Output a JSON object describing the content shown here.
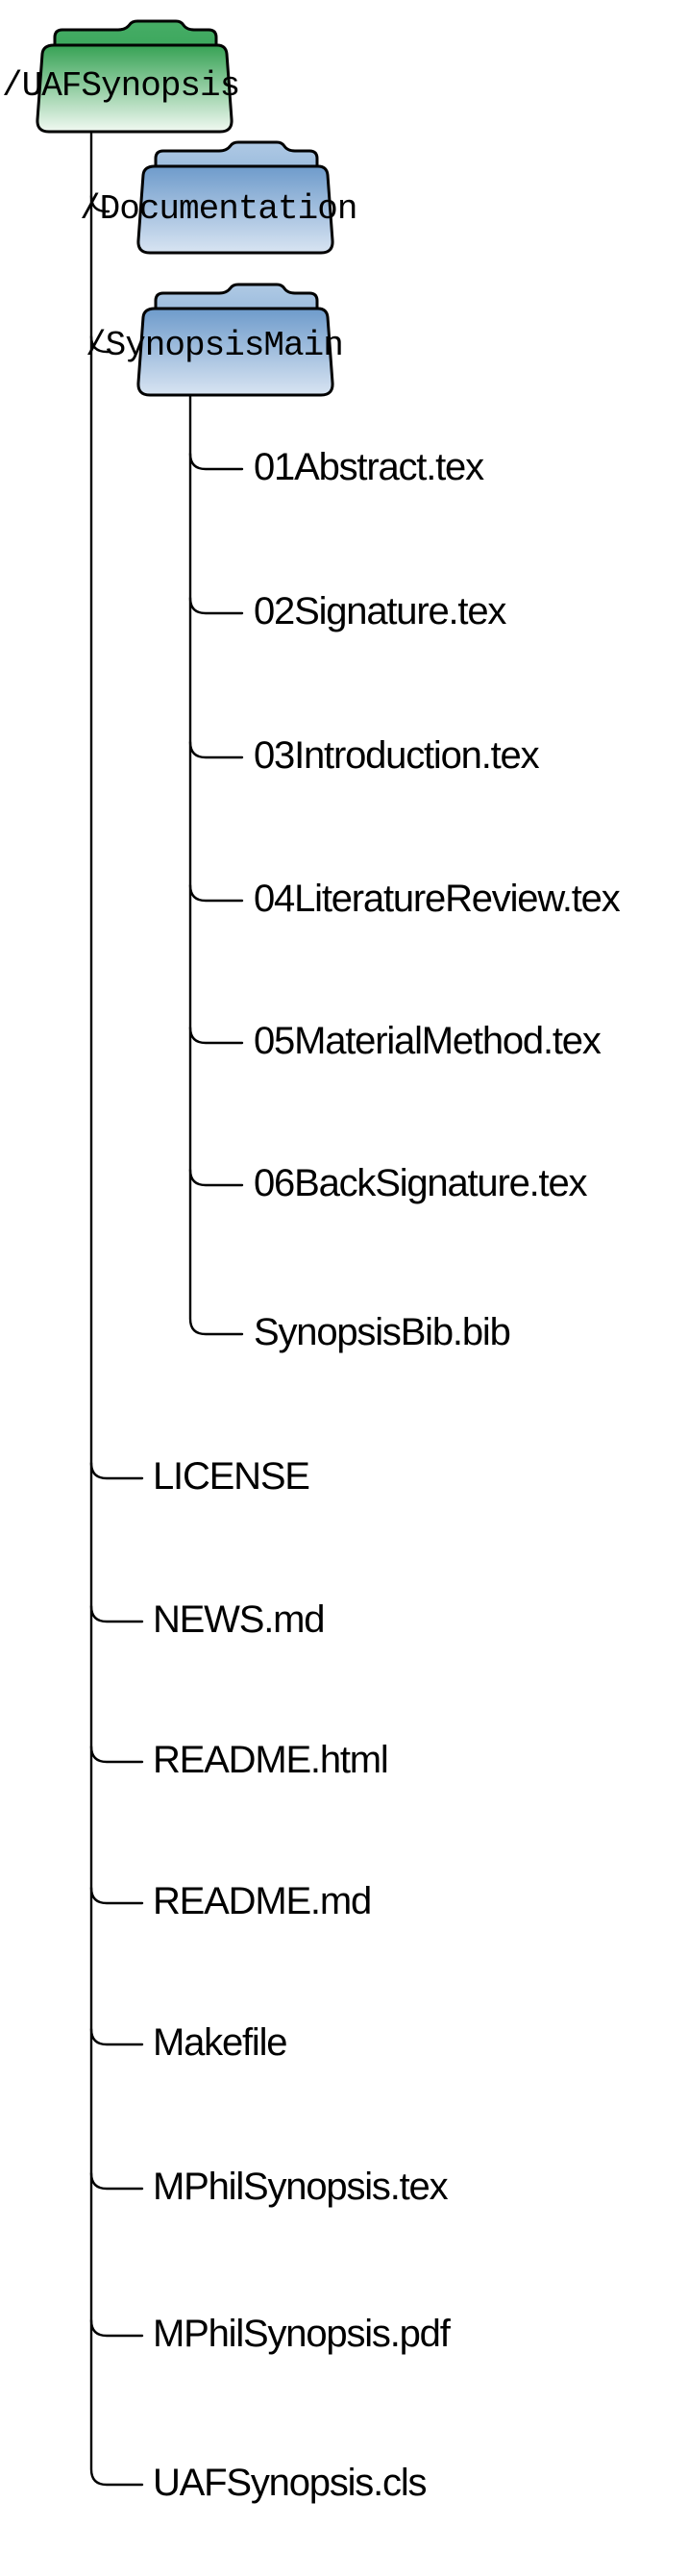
{
  "diagram": {
    "kind": "directory-tree",
    "root_folder": {
      "label": "/UAFSynopsis",
      "color": "green"
    },
    "subfolders": [
      {
        "label": "/Documentation",
        "color": "blue"
      },
      {
        "label": "/SynopsisMain",
        "color": "blue"
      }
    ],
    "synopsis_main_files": [
      "01Abstract.tex",
      "02Signature.tex",
      "03Introduction.tex",
      "04LiteratureReview.tex",
      "05MaterialMethod.tex",
      "06BackSignature.tex",
      "SynopsisBib.bib"
    ],
    "root_files": [
      "LICENSE",
      "NEWS.md",
      "README.html",
      "README.md",
      "Makefile",
      "MPhilSynopsis.tex",
      "MPhilSynopsis.pdf",
      "UAFSynopsis.cls"
    ],
    "colors": {
      "background": "#FFFFFF",
      "line": "#000000",
      "text": "#000000",
      "folder_green_front_top": "#36A254",
      "folder_green_front_bottom": "#F1F9F2",
      "folder_green_back_top": "#46AD66",
      "folder_green_back_bottom": "#2F9E50",
      "folder_blue_front_top": "#6E9BCB",
      "folder_blue_front_bottom": "#D8E4F2",
      "folder_blue_back_top": "#AFC9E4",
      "folder_blue_back_bottom": "#82ABD5"
    }
  }
}
